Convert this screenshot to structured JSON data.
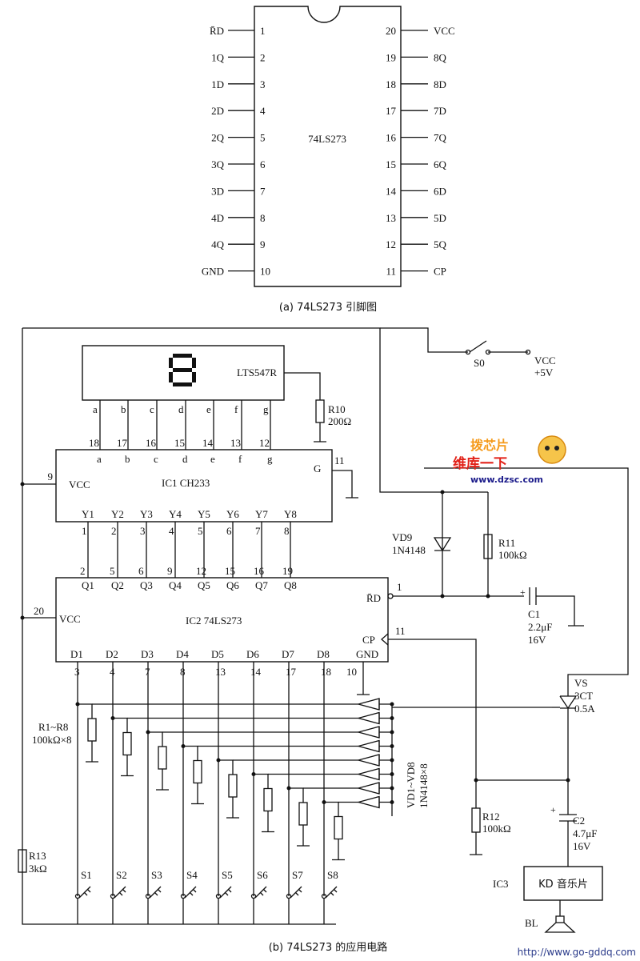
{
  "pinout": {
    "chip": "74LS273",
    "left_labels": [
      "R̄D",
      "1Q",
      "1D",
      "2D",
      "2Q",
      "3Q",
      "3D",
      "4D",
      "4Q",
      "GND"
    ],
    "left_numbers": [
      "1",
      "2",
      "3",
      "4",
      "5",
      "6",
      "7",
      "8",
      "9",
      "10"
    ],
    "right_labels": [
      "VCC",
      "8Q",
      "8D",
      "7D",
      "7Q",
      "6Q",
      "6D",
      "5D",
      "5Q",
      "CP"
    ],
    "right_numbers": [
      "20",
      "19",
      "18",
      "17",
      "16",
      "15",
      "14",
      "13",
      "12",
      "11"
    ],
    "caption": "(a) 74LS273 引脚图"
  },
  "display": {
    "label": "LTS547R",
    "digit": "8",
    "segments": [
      "a",
      "b",
      "c",
      "d",
      "e",
      "f",
      "g"
    ]
  },
  "ic1": {
    "label": "IC1 CH233",
    "top_pins": [
      "18",
      "17",
      "16",
      "15",
      "14",
      "13",
      "12"
    ],
    "inputs": [
      "a",
      "b",
      "c",
      "d",
      "e",
      "f",
      "g"
    ],
    "outputs": [
      "Y1",
      "Y2",
      "Y3",
      "Y4",
      "Y5",
      "Y6",
      "Y7",
      "Y8"
    ],
    "out_pins": [
      "1",
      "2",
      "3",
      "4",
      "5",
      "6",
      "7",
      "8"
    ],
    "vcc_label": "VCC",
    "vcc_pin": "9",
    "g_label": "G",
    "g_pin": "11"
  },
  "ic2": {
    "label": "IC2 74LS273",
    "q_pins": [
      "2",
      "5",
      "6",
      "9",
      "12",
      "15",
      "16",
      "19"
    ],
    "q_labels": [
      "Q1",
      "Q2",
      "Q3",
      "Q4",
      "Q5",
      "Q6",
      "Q7",
      "Q8"
    ],
    "d_labels": [
      "D1",
      "D2",
      "D3",
      "D4",
      "D5",
      "D6",
      "D7",
      "D8"
    ],
    "d_pins": [
      "3",
      "4",
      "7",
      "8",
      "13",
      "14",
      "17",
      "18"
    ],
    "vcc_label": "VCC",
    "vcc_pin": "20",
    "rd_label": "R̄D",
    "rd_pin": "1",
    "cp_label": "CP",
    "cp_pin": "11",
    "gnd_label": "GND",
    "gnd_pin": "10"
  },
  "components": {
    "r10_name": "R10",
    "r10_value": "200Ω",
    "s0_name": "S0",
    "vcc_name": "VCC",
    "vcc_value": "+5V",
    "vd9_name": "VD9",
    "vd9_type": "1N4148",
    "r11_name": "R11",
    "r11_value": "100kΩ",
    "c1_name": "C1",
    "c1_value": "2.2μF",
    "c1_voltage": "16V",
    "r1_8_name": "R1~R8",
    "r1_8_value": "100kΩ×8",
    "diodes_name": "VD1~VD8",
    "diodes_type": "1N4148×8",
    "vs_name": "VS",
    "vs_type": "3CT",
    "vs_rating": "0.5A",
    "r12_name": "R12",
    "r12_value": "100kΩ",
    "c2_name": "C2",
    "c2_value": "4.7μF",
    "c2_voltage": "16V",
    "r13_name": "R13",
    "r13_value": "3kΩ",
    "ic3_name": "IC3",
    "ic3_label": "KD 音乐片",
    "bl_name": "BL",
    "switches": [
      "S1",
      "S2",
      "S3",
      "S4",
      "S5",
      "S6",
      "S7",
      "S8"
    ]
  },
  "watermark": {
    "text1": "拨芯片",
    "text2": "维库一下",
    "url": "www.dzsc.com",
    "corner_url": "http://www.go-gddq.com"
  },
  "caption_b": "(b)  74LS273 的应用电路"
}
